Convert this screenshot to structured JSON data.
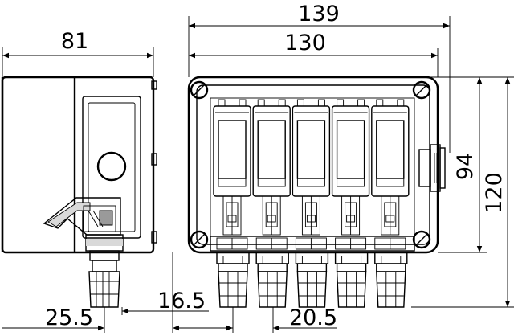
{
  "dimensions": {
    "overall_width": "139",
    "housing_width": "130",
    "side_depth": "81",
    "inner_height": "94",
    "overall_height": "120",
    "gland_pitch": "20.5",
    "gland_offset": "25.5",
    "gland_offset_small": "16.5"
  },
  "module_count": 5,
  "gland_count": 5
}
